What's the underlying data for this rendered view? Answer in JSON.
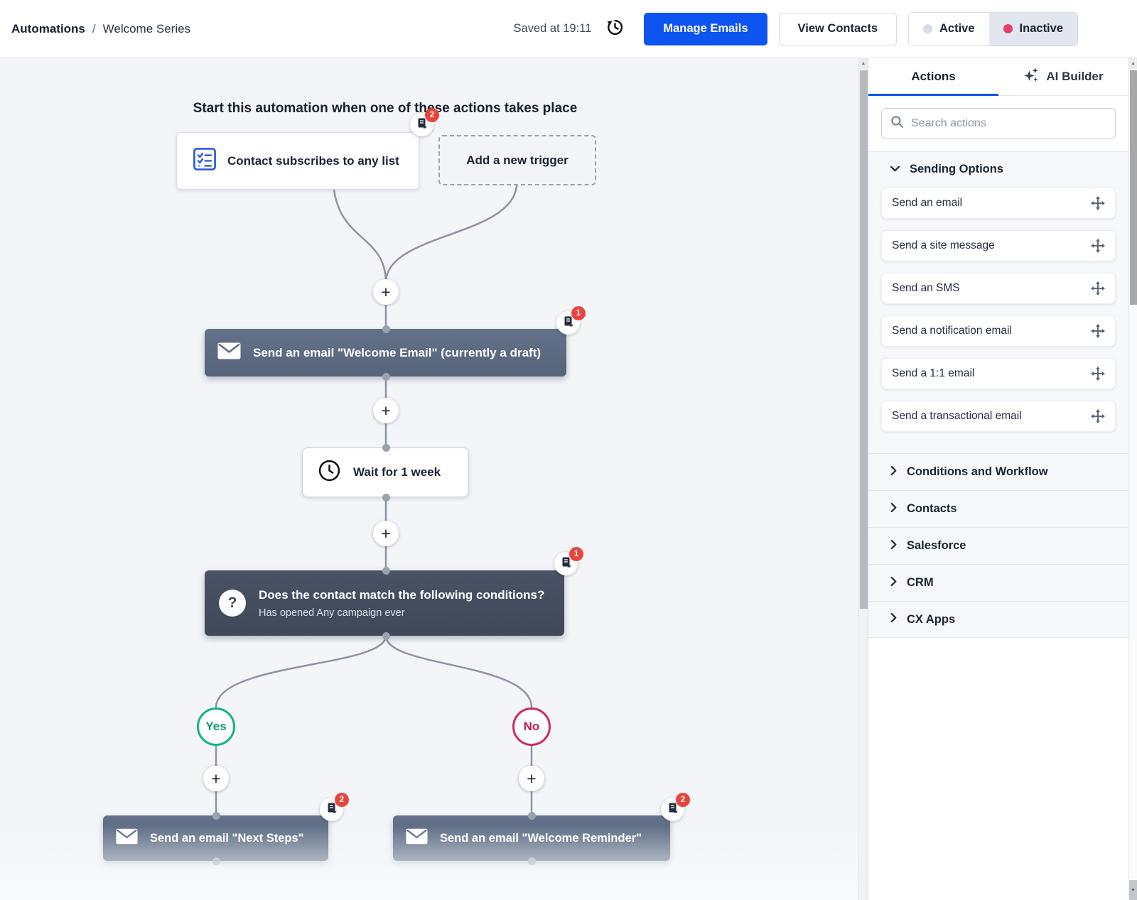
{
  "header": {
    "breadcrumb_root": "Automations",
    "breadcrumb_sep": "/",
    "breadcrumb_current": "Welcome Series",
    "saved_text": "Saved at 19:11",
    "manage_emails_label": "Manage Emails",
    "view_contacts_label": "View Contacts",
    "toggle": {
      "active_label": "Active",
      "inactive_label": "Inactive"
    }
  },
  "canvas": {
    "title": "Start this automation when one of these actions takes place",
    "plus": "+",
    "trigger": {
      "label": "Contact subscribes to any list",
      "notes_count": "2"
    },
    "add_trigger_label": "Add a new trigger",
    "email_node": {
      "label": "Send an email \"Welcome Email\" (currently a draft)",
      "notes_count": "1"
    },
    "wait_node": {
      "label": "Wait for 1 week"
    },
    "condition_node": {
      "title": "Does the contact match the following conditions?",
      "subtitle": "Has opened Any campaign ever",
      "notes_count": "1"
    },
    "branch_yes": "Yes",
    "branch_no": "No",
    "email_node_yes": {
      "label": "Send an email \"Next Steps\"",
      "notes_count": "2"
    },
    "email_node_no": {
      "label": "Send an email \"Welcome Reminder\"",
      "notes_count": "2"
    }
  },
  "sidebar": {
    "tab_actions": "Actions",
    "tab_ai_builder": "AI Builder",
    "search_placeholder": "Search actions",
    "sending_options": {
      "label": "Sending Options",
      "items": [
        {
          "label": "Send an email"
        },
        {
          "label": "Send a site message"
        },
        {
          "label": "Send an SMS"
        },
        {
          "label": "Send a notification email"
        },
        {
          "label": "Send a 1:1 email"
        },
        {
          "label": "Send a transactional email"
        }
      ]
    },
    "collapsed_sections": [
      {
        "label": "Conditions and Workflow"
      },
      {
        "label": "Contacts"
      },
      {
        "label": "Salesforce"
      },
      {
        "label": "CRM"
      },
      {
        "label": "CX Apps"
      }
    ]
  },
  "colors": {
    "accent_blue": "#0e54f1",
    "inactive_dot_red": "#e83e6d",
    "yes_green": "#12b487",
    "no_crimson": "#ce2a62",
    "node_slate": "#5d6c82",
    "condition_slate": "#454d60",
    "badge_red": "#e8453e",
    "canvas_bg": "#f3f5f9"
  }
}
